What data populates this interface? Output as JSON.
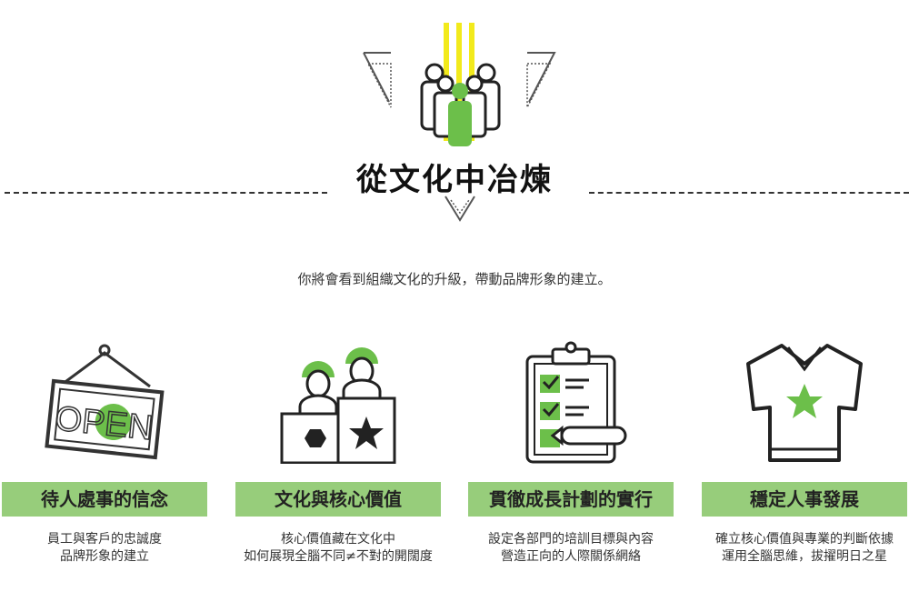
{
  "header": {
    "title": "從文化中冶煉",
    "subtitle": "你將會看到組織文化的升級，帶動品牌形象的建立。"
  },
  "colors": {
    "accent_green": "#6cbf4a",
    "bar_green": "#97cd7b",
    "yellow": "#f2ea1c"
  },
  "cards": [
    {
      "icon": "open-sign-icon",
      "sign_text": "OPEN",
      "title": "待人處事的信念",
      "lines": [
        "員工與客戶的忠誠度",
        "品牌形象的建立"
      ]
    },
    {
      "icon": "team-podium-icon",
      "title": "文化與核心價值",
      "lines": [
        "核心價值藏在文化中",
        "如何展現全腦不同≠不對的開闊度"
      ]
    },
    {
      "icon": "clipboard-checklist-icon",
      "title": "貫徹成長計劃的實行",
      "lines": [
        "設定各部門的培訓目標與內容",
        "營造正向的人際關係網絡"
      ]
    },
    {
      "icon": "tshirt-star-icon",
      "title": "穩定人事發展",
      "lines": [
        "確立核心價值與專業的判斷依據",
        "運用全腦思維，拔擢明日之星"
      ]
    }
  ]
}
